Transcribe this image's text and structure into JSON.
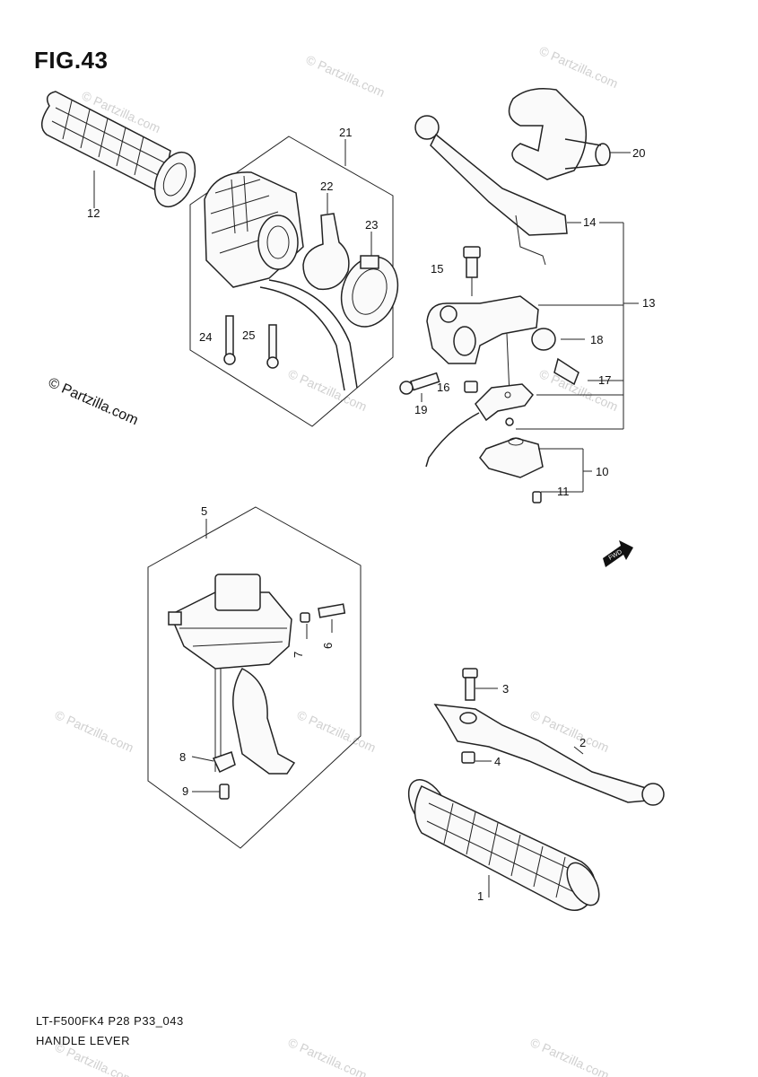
{
  "figure": {
    "title": "FIG.43",
    "model_code": "LT-F500FK4 P28 P33_043",
    "caption": "HANDLE LEVER",
    "watermark_side": "© Partzilla.com",
    "watermark_text": "© Partzilla.com",
    "fwd_label": "FWD"
  },
  "callouts": [
    "1",
    "2",
    "3",
    "4",
    "5",
    "6",
    "7",
    "8",
    "9",
    "10",
    "11",
    "12",
    "13",
    "14",
    "15",
    "16",
    "17",
    "18",
    "19",
    "20",
    "21",
    "22",
    "23",
    "24",
    "25"
  ]
}
